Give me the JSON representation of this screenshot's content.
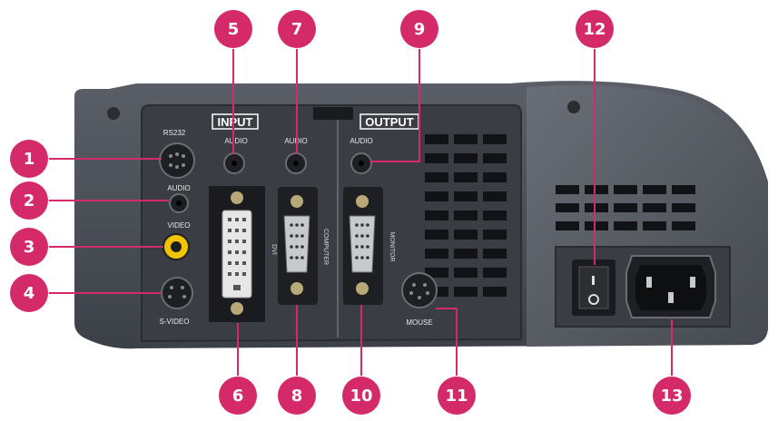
{
  "colors": {
    "callout": "#d42a6a",
    "leader": "#d42a6a",
    "body": "#4a4e56",
    "panel": "#3a3d44",
    "port": "#1d1f23",
    "rca_yellow": "#f2c400"
  },
  "panel": {
    "input_label": "INPUT",
    "output_label": "OUTPUT",
    "labels": {
      "rs232": "RS232",
      "audio_left": "AUDIO",
      "video": "VIDEO",
      "svideo": "S-VIDEO",
      "audio_in_1": "AUDIO",
      "audio_in_2": "AUDIO",
      "audio_out": "AUDIO",
      "dvi": "DVI",
      "computer": "COMPUTER",
      "monitor": "MONITOR",
      "mouse": "MOUSE"
    }
  },
  "callouts": {
    "c1": "1",
    "c2": "2",
    "c3": "3",
    "c4": "4",
    "c5": "5",
    "c6": "6",
    "c7": "7",
    "c8": "8",
    "c9": "9",
    "c10": "10",
    "c11": "11",
    "c12": "12",
    "c13": "13"
  }
}
